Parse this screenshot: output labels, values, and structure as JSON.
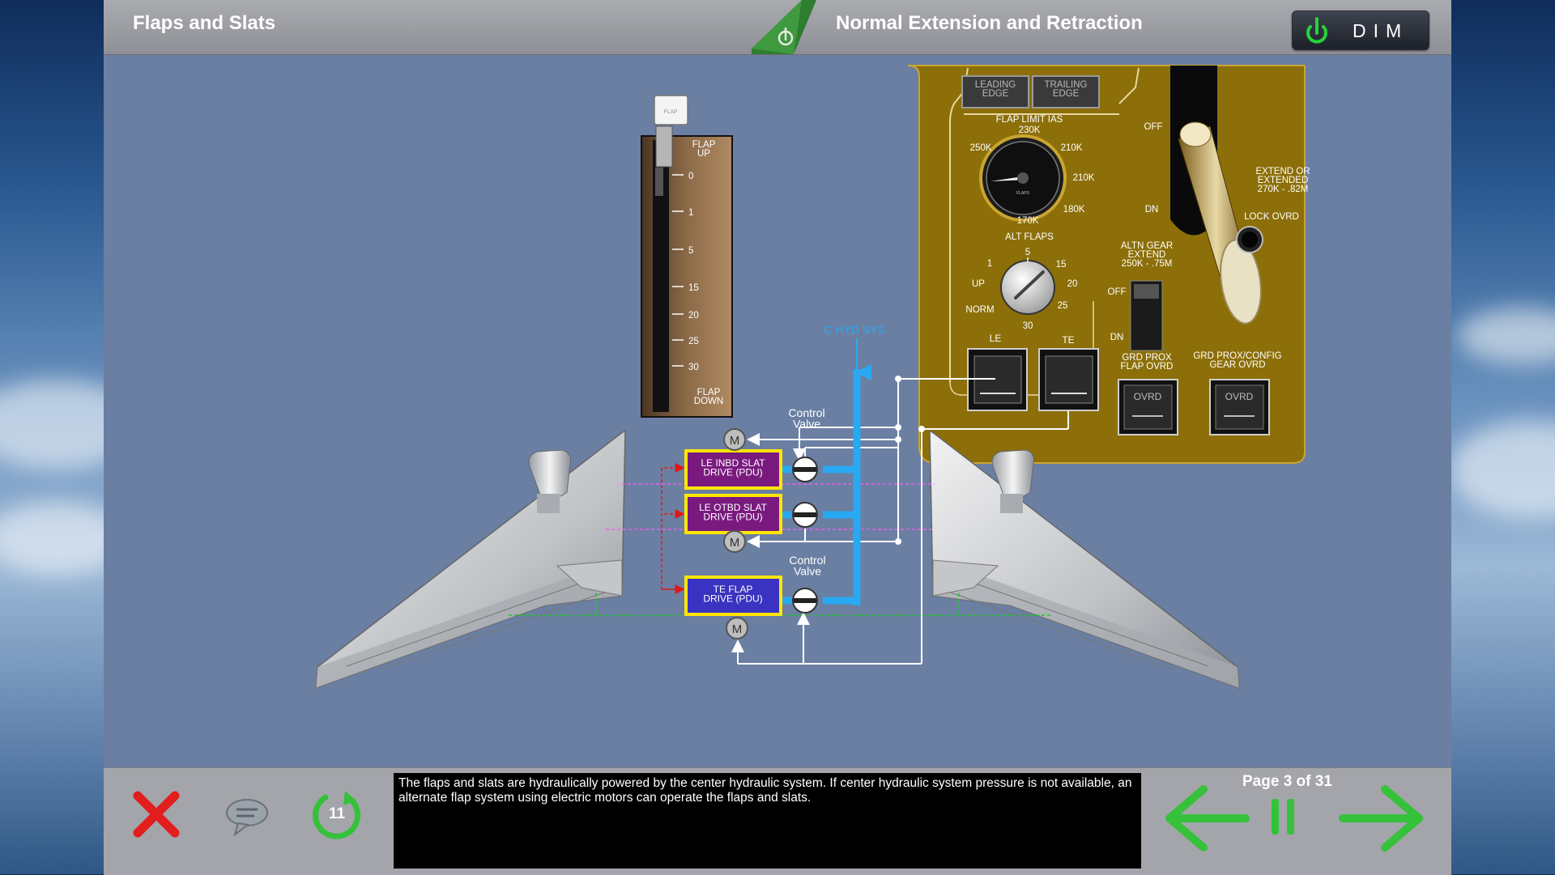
{
  "header": {
    "module_title": "Flaps and Slats",
    "section_title": "Normal Extension and Retraction",
    "dim_label": "DIM"
  },
  "diagram": {
    "flap_lever": {
      "knob_label": "FLAP",
      "top_label": "FLAP\nUP",
      "bottom_label": "FLAP\nDOWN",
      "detents": [
        "0",
        "1",
        "5",
        "15",
        "20",
        "25",
        "30"
      ]
    },
    "hyd_label": "C HYD SYS",
    "control_valve_label": "Control\nValve",
    "motor_label": "M",
    "pdu": [
      {
        "label": "LE INBD SLAT\nDRIVE (PDU)",
        "color": "#7a1a7e"
      },
      {
        "label": "LE OTBD SLAT\nDRIVE (PDU)",
        "color": "#7a1a7e"
      },
      {
        "label": "TE FLAP\nDRIVE (PDU)",
        "color": "#3a32c0"
      }
    ],
    "panel": {
      "le_label": "LEADING\nEDGE",
      "te_label": "TRAILING\nEDGE",
      "flap_limit_label": "FLAP LIMIT IAS",
      "gauge_speeds": [
        "230K",
        "250K",
        "210K",
        "210K",
        "180K",
        "170K"
      ],
      "gauge_center_label": "FLAPS",
      "alt_flaps_label": "ALT FLAPS",
      "alt_flaps_positions": [
        "5",
        "1",
        "15",
        "UP",
        "20",
        "NORM",
        "25",
        "30"
      ],
      "le_switch_label": "LE",
      "te_switch_label": "TE",
      "gear_off": "OFF",
      "gear_dn": "DN",
      "extend_label": "EXTEND OR\nEXTENDED\n270K - .82M",
      "lock_ovrd_label": "LOCK OVRD",
      "altn_gear_label": "ALTN GEAR\nEXTEND\n250K - .75M",
      "altn_off": "OFF",
      "altn_dn": "DN",
      "grd_prox_flap_label": "GRD PROX\nFLAP OVRD",
      "grd_prox_gear_label": "GRD PROX/CONFIG\nGEAR OVRD",
      "ovrd_label": "OVRD"
    },
    "colors": {
      "hydraulic": "#29a9f2",
      "panel": "#8c6f09",
      "slat_signal": "#e860e8",
      "flap_signal": "#22c32c",
      "control_signal": "#e01818"
    }
  },
  "footer": {
    "narration": "The flaps and slats are hydraulically powered by the center hydraulic system. If center hydraulic system pressure is not available, an alternate flap system using electric motors can operate the flaps and slats.",
    "page_indicator": "Page 3 of 31",
    "replay_count": "11",
    "icons": [
      "close-icon",
      "speech-bubble-icon",
      "replay-icon",
      "back-arrow-icon",
      "pause-icon",
      "next-arrow-icon"
    ]
  }
}
